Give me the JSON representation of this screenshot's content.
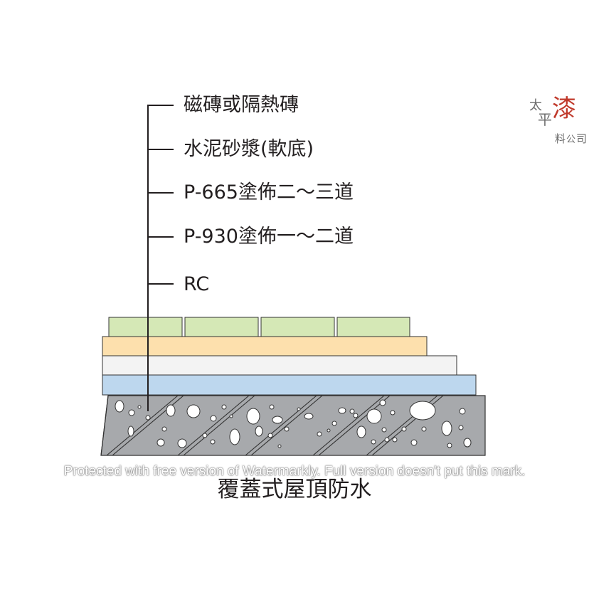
{
  "layer_labels": [
    {
      "text": "磁磚或隔熱磚"
    },
    {
      "text": "水泥砂漿(軟底)"
    },
    {
      "text": "P-665塗佈二～三道"
    },
    {
      "text": "P-930塗佈一～二道"
    },
    {
      "text": "RC"
    }
  ],
  "caption": "覆蓋式屋頂防水",
  "watermark": "Protected with free version of Watermarkly. Full version doesn't put this mark.",
  "brand": {
    "characters": [
      "太",
      "平",
      "漆",
      "料",
      "公",
      "司"
    ],
    "accent_color": "#c0392b"
  },
  "layers": [
    {
      "name": "tiles",
      "color": "#d5e8b6"
    },
    {
      "name": "mortar",
      "color": "#fde0ad"
    },
    {
      "name": "p665",
      "color": "#f3f3f3"
    },
    {
      "name": "p930",
      "color": "#bdd7ee"
    },
    {
      "name": "rc",
      "color": "#a7a9ac"
    }
  ]
}
